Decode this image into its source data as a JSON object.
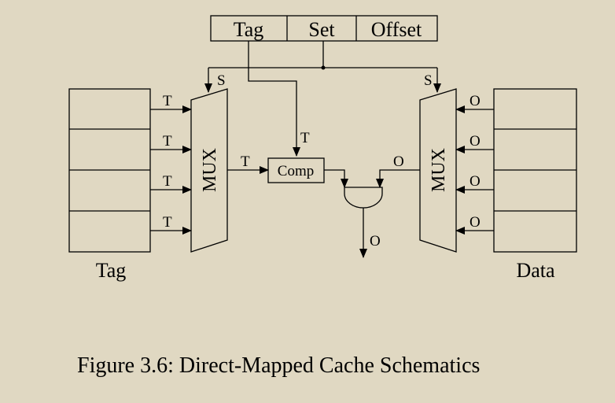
{
  "address": {
    "tag": "Tag",
    "set": "Set",
    "offset": "Offset"
  },
  "signals": {
    "set": "S",
    "tag": "T",
    "offset": "O",
    "output": "O"
  },
  "mux_label": "MUX",
  "comparator_label": "Comp",
  "tag_array_label": "Tag",
  "data_array_label": "Data",
  "caption": "Figure 3.6: Direct-Mapped Cache Schematics",
  "colors": {
    "background": "#e0d8c2",
    "ink": "#000000"
  }
}
